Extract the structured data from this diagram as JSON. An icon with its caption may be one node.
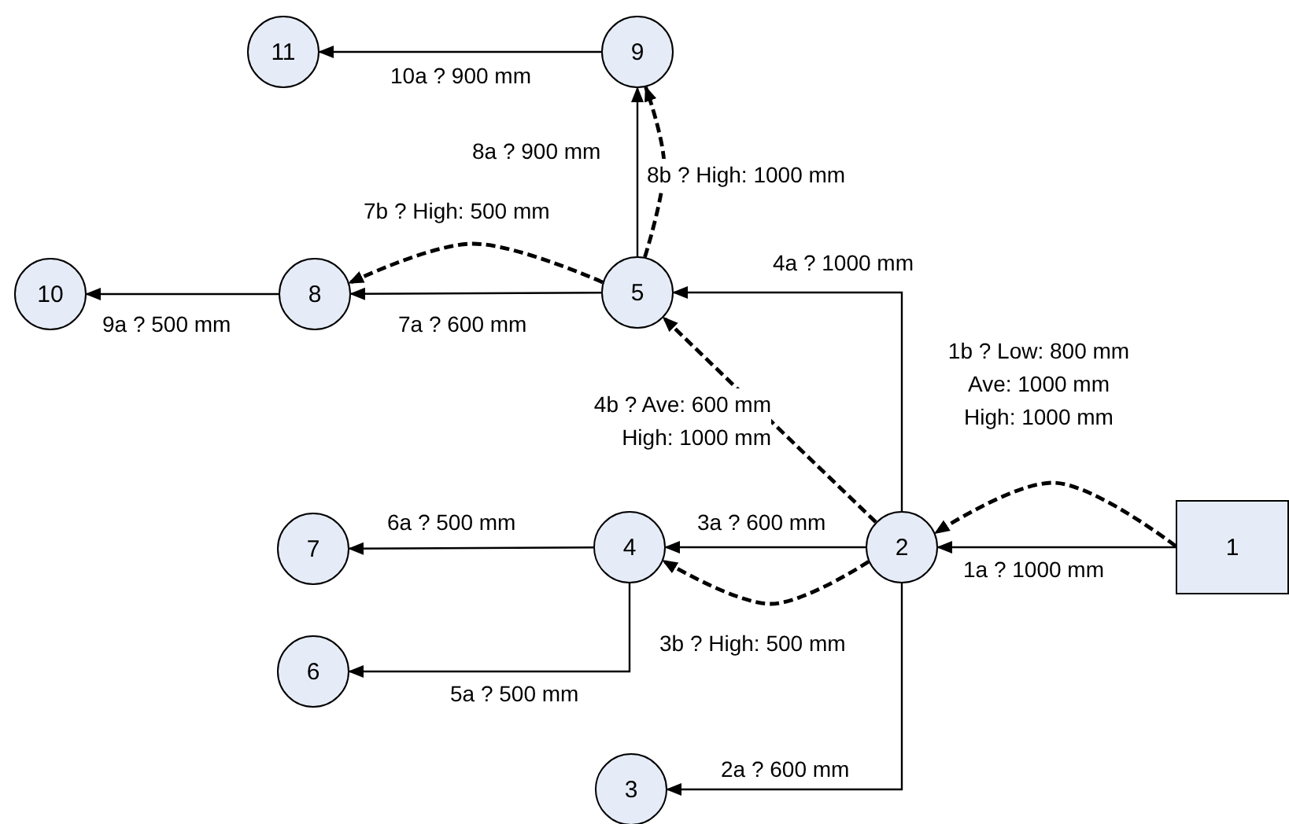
{
  "diagram": {
    "nodes": [
      {
        "text": [
          "1"
        ]
      },
      {
        "text": [
          "2"
        ]
      },
      {
        "text": [
          "3"
        ]
      },
      {
        "text": [
          "4"
        ]
      },
      {
        "text": [
          "5"
        ]
      },
      {
        "text": [
          "6"
        ]
      },
      {
        "text": [
          "7"
        ]
      },
      {
        "text": [
          "8"
        ]
      },
      {
        "text": [
          "9"
        ]
      },
      {
        "text": [
          "10"
        ]
      },
      {
        "text": [
          "11"
        ]
      }
    ],
    "edges": [
      {
        "from": 0,
        "to": 1,
        "arrow": "to",
        "label": "1a ? 1000 mm"
      },
      {
        "from": 0,
        "to": 1,
        "arrow": "to",
        "label": "1b ? Low: 800 mm Ave: 1000 mm High: 1000 mm",
        "style": "dashed"
      },
      {
        "from": 1,
        "to": 2,
        "arrow": "to",
        "label": "2a ? 600 mm"
      },
      {
        "from": 1,
        "to": 3,
        "arrow": "to",
        "label": "3a ? 600 mm"
      },
      {
        "from": 1,
        "to": 3,
        "arrow": "to",
        "label": "3b ? High: 500 mm",
        "style": "dashed"
      },
      {
        "from": 1,
        "to": 4,
        "arrow": "to",
        "label": "4a ? 1000 mm"
      },
      {
        "from": 1,
        "to": 4,
        "arrow": "to",
        "label": "4b ? Ave: 600 mm High: 1000 mm",
        "style": "dashed"
      },
      {
        "from": 3,
        "to": 5,
        "arrow": "to",
        "label": "5a ? 500 mm"
      },
      {
        "from": 3,
        "to": 6,
        "arrow": "to",
        "label": "6a ? 500 mm"
      },
      {
        "from": 4,
        "to": 7,
        "arrow": "to",
        "label": "7a ? 600 mm"
      },
      {
        "from": 4,
        "to": 7,
        "arrow": "to",
        "label": "7b ? High: 500 mm",
        "style": "dashed"
      },
      {
        "from": 4,
        "to": 8,
        "arrow": "to",
        "label": "8a ? 900 mm"
      },
      {
        "from": 4,
        "to": 8,
        "arrow": "to",
        "label": "8b ? High: 1000 mm",
        "style": "dashed"
      },
      {
        "from": 7,
        "to": 9,
        "arrow": "to",
        "label": "9a ? 500 mm"
      },
      {
        "from": 8,
        "to": 10,
        "arrow": "to",
        "label": "10a ? 900 mm"
      }
    ]
  }
}
